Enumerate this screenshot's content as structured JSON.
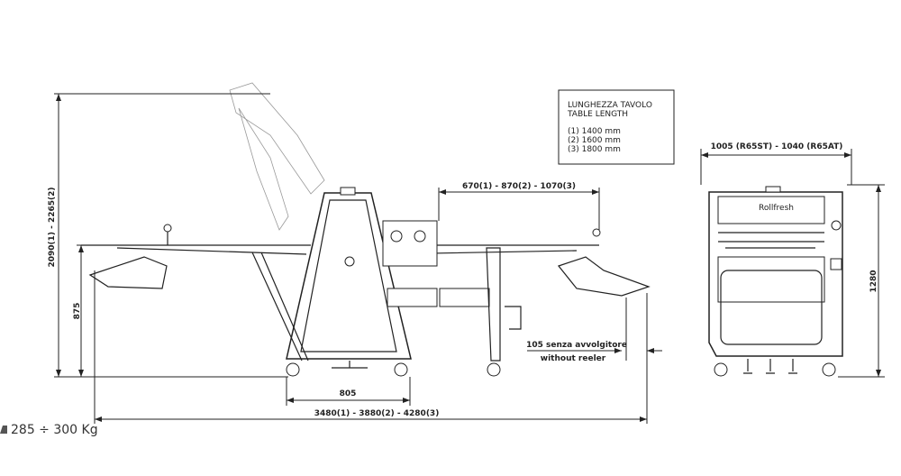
{
  "dimensions": {
    "height_total": "2090(1) - 2265(2)",
    "table_height": "875",
    "base_width": "805",
    "total_length": "3480(1) - 3880(2) - 4280(3)",
    "table_extension": "670(1) - 870(2) - 1070(3)",
    "side_width": "1005 (R65ST) - 1040 (R65AT)",
    "side_height": "1280",
    "reeler_offset_line1": "105 senza avvolgitore",
    "reeler_offset_line2": "without reeler"
  },
  "legend_box": {
    "title_it": "LUNGHEZZA TAVOLO",
    "title_en": "TABLE LENGTH",
    "items": [
      "(1) 1400 mm",
      "(2) 1600 mm",
      "(3) 1800 mm"
    ]
  },
  "weight": {
    "icon": "weight-icon",
    "text": "285 ÷ 300 Kg"
  },
  "brand_label": "Rollfresh"
}
